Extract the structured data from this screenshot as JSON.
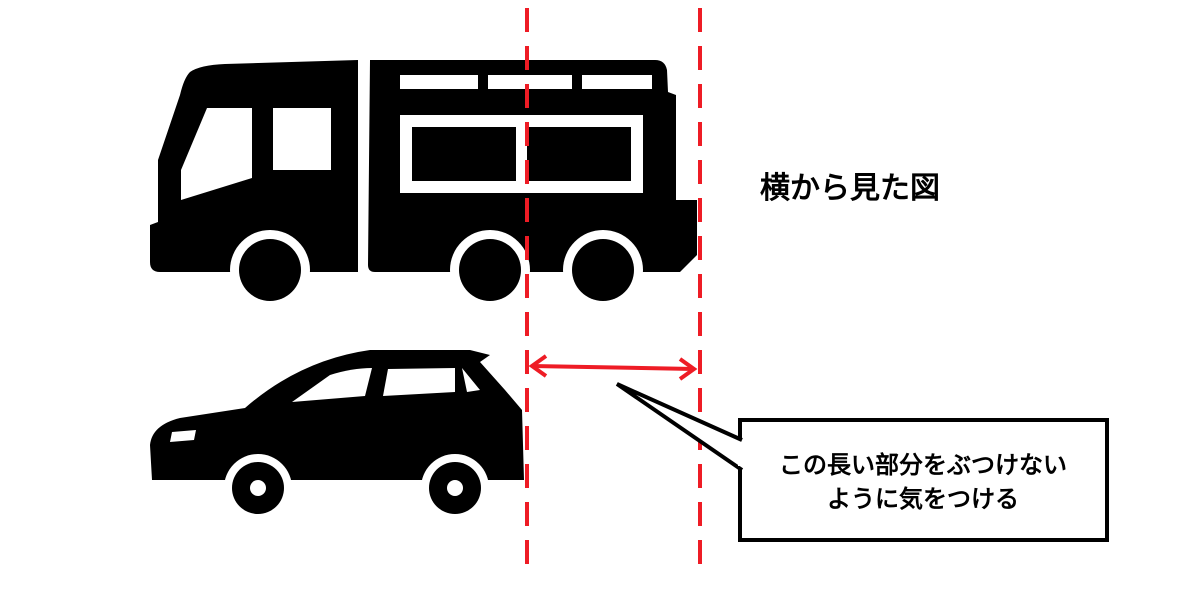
{
  "title": "横から見た図",
  "callout": {
    "line1": "この長い部分をぶつけない",
    "line2": "ように気をつける"
  },
  "colors": {
    "guide": "#ee1c25",
    "vehicle": "#000000",
    "background": "#ffffff"
  }
}
